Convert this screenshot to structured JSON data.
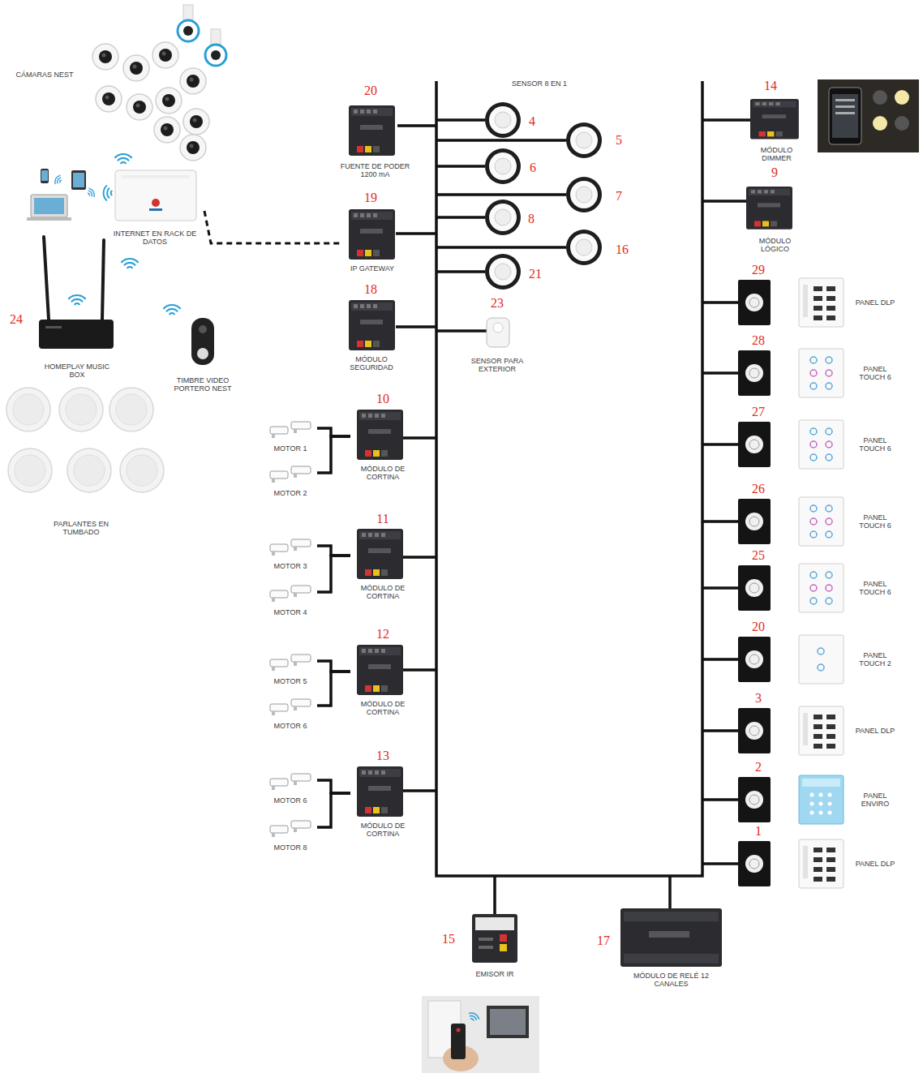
{
  "diagram": {
    "nodes": [
      {
        "text": [
          "INTERNET EN RACK DE DATOS"
        ]
      },
      {
        "text": [
          "HOMEPLAY MUSIC BOX"
        ]
      },
      {
        "text": [
          "TIMBRE VIDEO PORTERO NEST"
        ]
      },
      {
        "text": [
          "FUENTE DE PODER 1200 mA"
        ]
      },
      {
        "text": [
          "IP GATEWAY"
        ]
      },
      {
        "text": [
          "MÓDULO SEGURIDAD"
        ]
      },
      {
        "text": [
          "SENSOR PARA EXTERIOR"
        ]
      },
      {
        "text": [
          "MOTOR 1"
        ]
      },
      {
        "text": [
          "MOTOR 2"
        ]
      },
      {
        "text": [
          "MÓDULO DE CORTINA"
        ]
      },
      {
        "text": [
          "MOTOR 3"
        ]
      },
      {
        "text": [
          "MOTOR 4"
        ]
      },
      {
        "text": [
          "MÓDULO DE CORTINA"
        ]
      },
      {
        "text": [
          "MOTOR 5"
        ]
      },
      {
        "text": [
          "MOTOR 6"
        ]
      },
      {
        "text": [
          "MÓDULO DE CORTINA"
        ]
      },
      {
        "text": [
          "MOTOR 6"
        ]
      },
      {
        "text": [
          "MOTOR 8"
        ]
      },
      {
        "text": [
          "MÓDULO DE CORTINA"
        ]
      },
      {
        "text": [
          "MÓDULO DIMMER"
        ]
      },
      {
        "text": [
          "MÓDULO LÓGICO"
        ]
      },
      {
        "text": [
          "PANEL DLP"
        ]
      },
      {
        "text": [
          "PANEL TOUCH 6"
        ]
      },
      {
        "text": [
          "PANEL TOUCH 6"
        ]
      },
      {
        "text": [
          "PANEL TOUCH 6"
        ]
      },
      {
        "text": [
          "PANEL TOUCH 6"
        ]
      },
      {
        "text": [
          "PANEL TOUCH 2"
        ]
      },
      {
        "text": [
          "PANEL DLP"
        ]
      },
      {
        "text": [
          "PANEL ENVIRO"
        ]
      },
      {
        "text": [
          "PANEL DLP"
        ]
      },
      {
        "text": [
          "EMISOR IR"
        ]
      },
      {
        "text": [
          "MÓDULO DE RELÉ 12 CANALES"
        ]
      }
    ],
    "edges": [
      {
        "from": 0,
        "to": 4,
        "arrow": "none"
      },
      {
        "from": 7,
        "to": 9,
        "arrow": "none"
      },
      {
        "from": 8,
        "to": 9,
        "arrow": "none"
      },
      {
        "from": 10,
        "to": 12,
        "arrow": "none"
      },
      {
        "from": 11,
        "to": 12,
        "arrow": "none"
      },
      {
        "from": 13,
        "to": 15,
        "arrow": "none"
      },
      {
        "from": 14,
        "to": 15,
        "arrow": "none"
      },
      {
        "from": 16,
        "to": 18,
        "arrow": "none"
      },
      {
        "from": 17,
        "to": 18,
        "arrow": "none"
      }
    ],
    "labels": [
      "CÁMARAS NEST",
      "24",
      "PARLANTES EN TUMBADO",
      "20",
      "19",
      "18",
      "SENSOR 8 EN 1",
      "4",
      "5",
      "6",
      "7",
      "8",
      "16",
      "21",
      "23",
      "10",
      "11",
      "12",
      "13",
      "14",
      "9",
      "29",
      "28",
      "27",
      "26",
      "25",
      "20",
      "3",
      "2",
      "1",
      "15",
      "17"
    ]
  }
}
